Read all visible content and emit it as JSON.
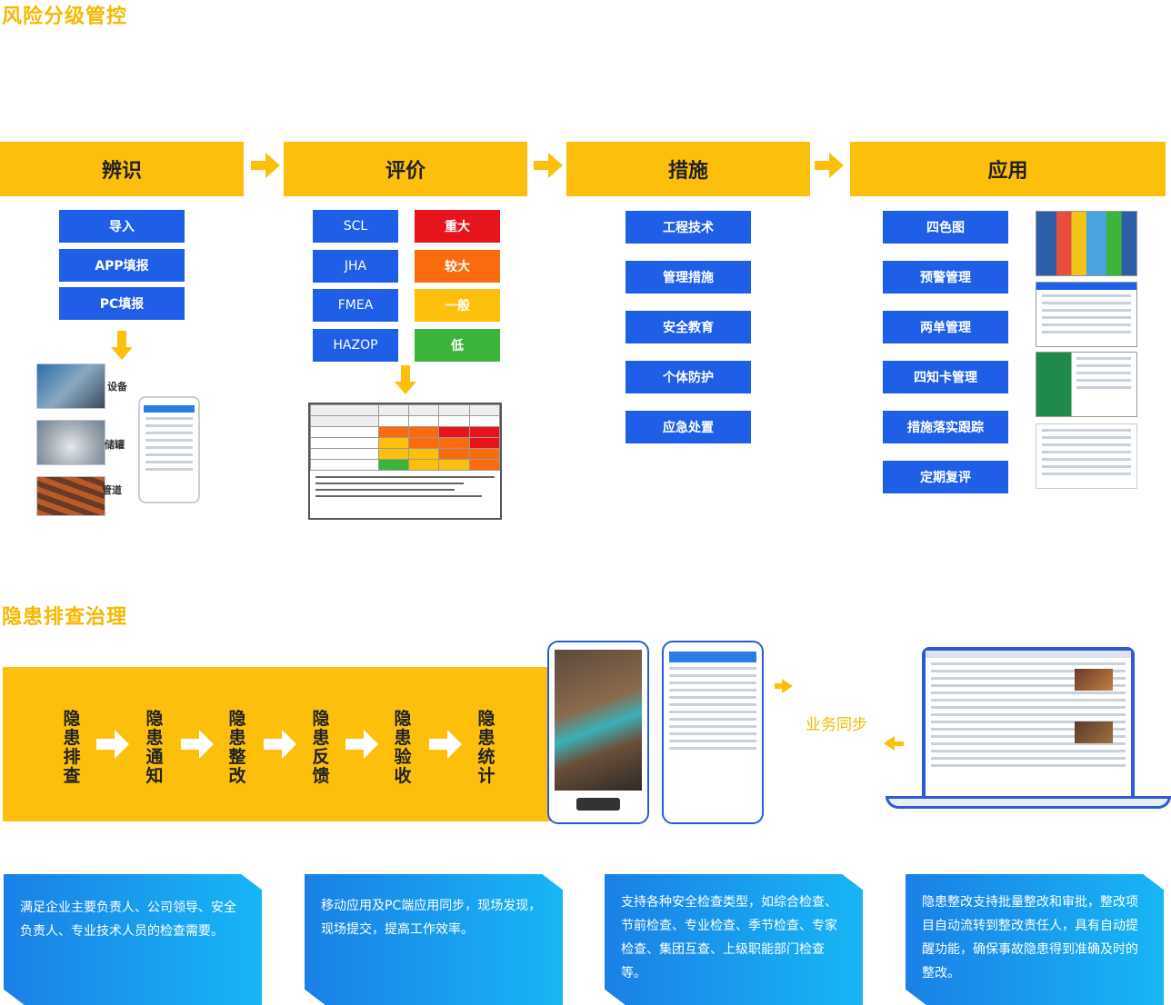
{
  "section1": {
    "title": "风险分级管控"
  },
  "stages": [
    "辨识",
    "评价",
    "措施",
    "应用"
  ],
  "identify": {
    "buttons": [
      "导入",
      "APP填报",
      "PC填报"
    ],
    "labels": [
      "设备",
      "储罐",
      "管道"
    ]
  },
  "evaluate": {
    "methods": [
      "SCL",
      "JHA",
      "FMEA",
      "HAZOP"
    ],
    "levels": [
      {
        "label": "重大",
        "color": "#e8141b"
      },
      {
        "label": "较大",
        "color": "#f96b0c"
      },
      {
        "label": "一般",
        "color": "#fbbf0c"
      },
      {
        "label": "低",
        "color": "#3cb43c"
      }
    ]
  },
  "measures": {
    "items": [
      "工程技术",
      "管理措施",
      "安全教育",
      "个体防护",
      "应急处置"
    ]
  },
  "application": {
    "items": [
      "四色图",
      "预警管理",
      "两单管理",
      "四知卡管理",
      "措施落实跟踪",
      "定期复评"
    ]
  },
  "section2": {
    "title": "隐患排查治理"
  },
  "steps": [
    "隐患排查",
    "隐患通知",
    "隐患整改",
    "隐患反馈",
    "隐患验收",
    "隐患统计"
  ],
  "sync": {
    "label": "业务同步"
  },
  "cards": [
    "满足企业主要负责人、公司领导、安全负责人、专业技术人员的检查需要。",
    "移动应用及PC端应用同步，现场发现，现场提交，提高工作效率。",
    "支持各种安全检查类型，如综合检查、节前检查、专业检查、季节检查、专家检查、集团互查、上级职能部门检查等。",
    "隐患整改支持批量整改和审批，整改项目自动流转到整改责任人，具有自动提醒功能，确保事故隐患得到准确及时的整改。"
  ]
}
